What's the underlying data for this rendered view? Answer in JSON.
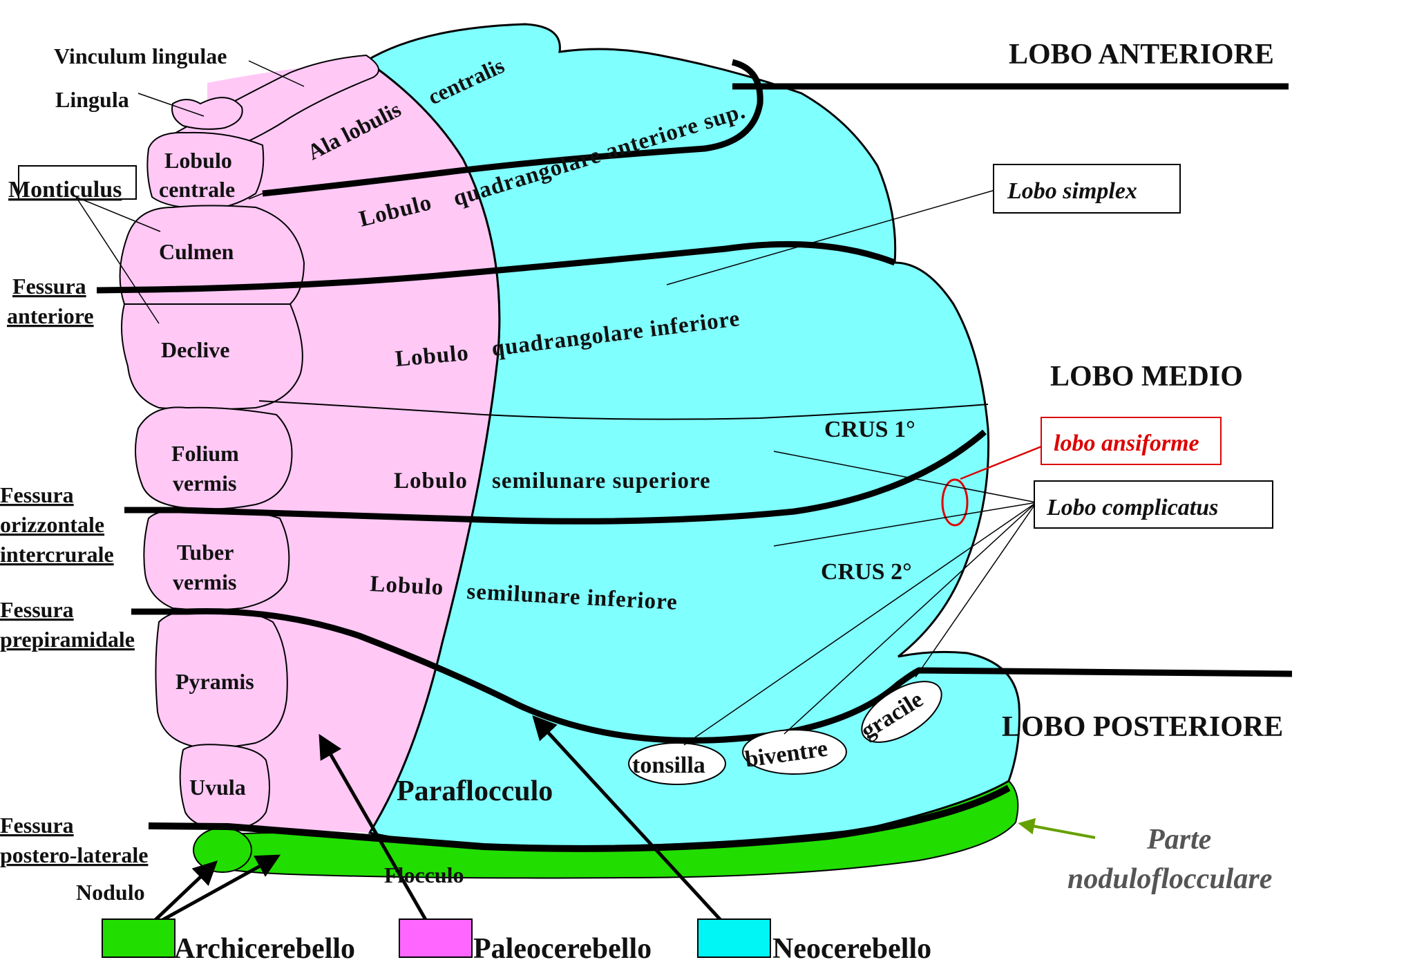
{
  "colors": {
    "archi": "#22dd00",
    "paleo": "#ffc8f5",
    "neo": "#80ffff",
    "paleo_legend": "#ff66ff",
    "neo_legend": "#00f5f5",
    "red": "#dd0000",
    "olive_arrow": "#66a000"
  },
  "vermis": {
    "vinculum": "Vinculum lingulae",
    "lingula": "Lingula",
    "lobulo": "Lobulo",
    "centrale": "centrale",
    "monticulus": "Monticulus",
    "culmen": "Culmen",
    "declive": "Declive",
    "folium1": "Folium",
    "folium2": "vermis",
    "tuber1": "Tuber",
    "tuber2": "vermis",
    "pyramis": "Pyramis",
    "uvula": "Uvula",
    "nodulo": "Nodulo"
  },
  "fissures": {
    "anteriore1": "Fessura",
    "anteriore2": "anteriore",
    "orizz1": "Fessura",
    "orizz2": "orizzontale",
    "orizz3": "intercrurale",
    "prep1": "Fessura",
    "prep2": "prepiramidale",
    "post1": "Fessura",
    "post2": "postero-laterale"
  },
  "hemisphere": {
    "ala": "Ala lobulis",
    "centralis": "centralis",
    "qa_lobulo": "Lobulo",
    "qa_rest": "quadrangolare   anteriore sup.",
    "qi_lobulo": "Lobulo",
    "qi_rest": "quadrangolare   inferiore",
    "ss_lobulo": "Lobulo",
    "ss_rest": "semilunare  superiore",
    "si_lobulo": "Lobulo",
    "si_rest": "semilunare  inferiore",
    "crus1": "CRUS 1°",
    "crus2": "CRUS 2°",
    "tonsilla": "tonsilla",
    "biventre": "biventre",
    "gracile": "gracile",
    "paraflocculo": "Paraflocculo",
    "flocculo": "Flocculo"
  },
  "lobes": {
    "anteriore": "LOBO ANTERIORE",
    "medio": "LOBO MEDIO",
    "posteriore": "LOBO POSTERIORE",
    "simplex": "Lobo simplex",
    "ansiforme": "lobo ansiforme",
    "complicatus": "Lobo complicatus",
    "parte1": "Parte",
    "parte2": "nodulo­flocculare"
  },
  "legend": {
    "archi": "Archicerebello",
    "paleo": "Paleocerebello",
    "neo": "Neocerebello"
  }
}
